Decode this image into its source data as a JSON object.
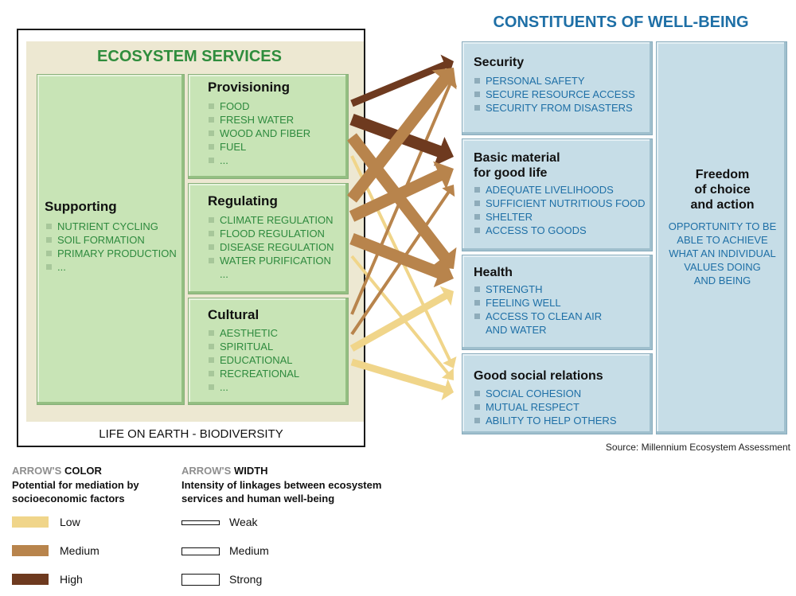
{
  "ecosystem": {
    "title": "ECOSYSTEM SERVICES",
    "footer": "LIFE ON EARTH - BIODIVERSITY",
    "supporting": {
      "title": "Supporting",
      "items": [
        "NUTRIENT CYCLING",
        "SOIL FORMATION",
        "PRIMARY PRODUCTION",
        "..."
      ]
    },
    "provisioning": {
      "title": "Provisioning",
      "items": [
        "FOOD",
        "FRESH WATER",
        "WOOD AND FIBER",
        "FUEL",
        "..."
      ]
    },
    "regulating": {
      "title": "Regulating",
      "items": [
        "CLIMATE REGULATION",
        "FLOOD REGULATION",
        "DISEASE REGULATION",
        "WATER PURIFICATION",
        "..."
      ]
    },
    "cultural": {
      "title": "Cultural",
      "items": [
        "AESTHETIC",
        "SPIRITUAL",
        "EDUCATIONAL",
        "RECREATIONAL",
        "..."
      ]
    }
  },
  "wellbeing": {
    "title": "CONSTITUENTS OF WELL-BEING",
    "security": {
      "title": "Security",
      "items": [
        "PERSONAL SAFETY",
        "SECURE RESOURCE ACCESS",
        "SECURITY FROM DISASTERS"
      ]
    },
    "basic": {
      "title_line1": "Basic material",
      "title_line2": "for good life",
      "items": [
        "ADEQUATE LIVELIHOODS",
        "SUFFICIENT NUTRITIOUS FOOD",
        "SHELTER",
        "ACCESS TO GOODS"
      ]
    },
    "health": {
      "title": "Health",
      "items": [
        "STRENGTH",
        "FEELING WELL",
        "ACCESS TO CLEAN AIR",
        "AND WATER"
      ]
    },
    "social": {
      "title": "Good social relations",
      "items": [
        "SOCIAL COHESION",
        "MUTUAL RESPECT",
        "ABILITY TO HELP OTHERS"
      ]
    },
    "freedom": {
      "title_lines": [
        "Freedom",
        "of choice",
        "and action"
      ],
      "text_lines": [
        "OPPORTUNITY TO BE",
        "ABLE TO ACHIEVE",
        "WHAT AN INDIVIDUAL",
        "VALUES DOING",
        "AND BEING"
      ]
    }
  },
  "source": "Source: Millennium Ecosystem Assessment",
  "legend": {
    "color": {
      "head_grey": "ARROW'S",
      "head_bold": "COLOR",
      "sub_line1": "Potential for mediation by",
      "sub_line2": "socioeconomic factors",
      "entries": [
        {
          "label": "Low",
          "color": "#f0d58a"
        },
        {
          "label": "Medium",
          "color": "#b8844c"
        },
        {
          "label": "High",
          "color": "#6e3a1f"
        }
      ]
    },
    "width": {
      "head_grey": "ARROW'S",
      "head_bold": "WIDTH",
      "sub_line1": "Intensity of linkages between ecosystem",
      "sub_line2": "services and human well-being",
      "entries": [
        {
          "label": "Weak",
          "thickness": 1
        },
        {
          "label": "Medium",
          "thickness": 2
        },
        {
          "label": "Strong",
          "thickness": 3
        }
      ]
    }
  },
  "links": [
    {
      "from": "provisioning",
      "to": "security",
      "color": "high",
      "width": "medium"
    },
    {
      "from": "provisioning",
      "to": "basic",
      "color": "high",
      "width": "strong"
    },
    {
      "from": "provisioning",
      "to": "health",
      "color": "medium",
      "width": "strong"
    },
    {
      "from": "provisioning",
      "to": "social",
      "color": "low",
      "width": "weak"
    },
    {
      "from": "regulating",
      "to": "security",
      "color": "medium",
      "width": "strong"
    },
    {
      "from": "regulating",
      "to": "basic",
      "color": "medium",
      "width": "strong"
    },
    {
      "from": "regulating",
      "to": "health",
      "color": "medium",
      "width": "strong"
    },
    {
      "from": "regulating",
      "to": "social",
      "color": "low",
      "width": "weak"
    },
    {
      "from": "cultural",
      "to": "security",
      "color": "medium",
      "width": "weak"
    },
    {
      "from": "cultural",
      "to": "basic",
      "color": "medium",
      "width": "weak"
    },
    {
      "from": "cultural",
      "to": "health",
      "color": "low",
      "width": "medium"
    },
    {
      "from": "cultural",
      "to": "social",
      "color": "low",
      "width": "medium"
    }
  ]
}
